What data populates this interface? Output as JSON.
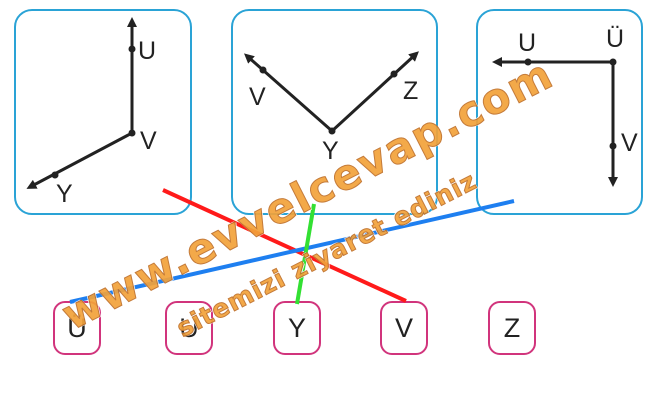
{
  "panels": [
    {
      "labels": {
        "top": "U",
        "vertex": "V",
        "end": "Y"
      }
    },
    {
      "labels": {
        "left": "V",
        "right": "Z",
        "vertex": "Y"
      }
    },
    {
      "labels": {
        "left": "U",
        "corner": "Ü",
        "bottom": "V"
      }
    }
  ],
  "choices": [
    "Ü",
    "U",
    "Y",
    "V",
    "Z"
  ],
  "colors": {
    "panel_border": "#2aa3d6",
    "choice_border": "#d1347c",
    "line_red": "#ff1a1a",
    "line_blue": "#1e7ff0",
    "line_green": "#33e033",
    "watermark": "#f2a23a"
  },
  "watermark": {
    "main": "www.evvelcevap.com",
    "sub": "sitemizi ziyaret ediniz"
  }
}
